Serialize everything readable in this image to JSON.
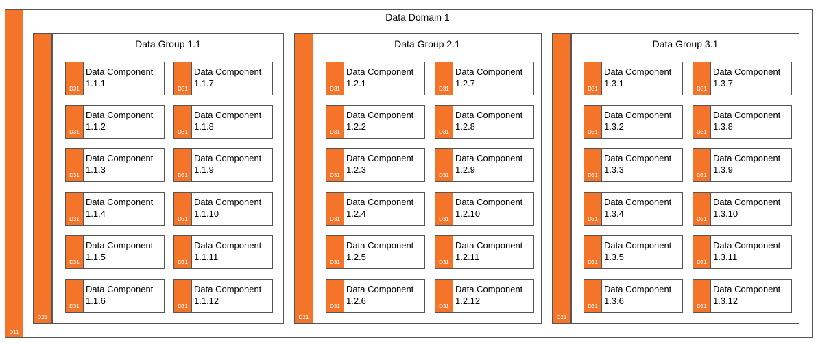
{
  "domain": {
    "title": "Data Domain 1",
    "code": "D11"
  },
  "groups": [
    {
      "title": "Data Group 1.1",
      "code": "D21",
      "components": [
        {
          "label": "Data Component\n1.1.1",
          "code": "D31"
        },
        {
          "label": "Data Component\n1.1.7",
          "code": "D31"
        },
        {
          "label": "Data Component\n1.1.2",
          "code": "D31"
        },
        {
          "label": "Data Component\n1.1.8",
          "code": "D31"
        },
        {
          "label": "Data Component\n1.1.3",
          "code": "D31"
        },
        {
          "label": "Data Component\n1.1.9",
          "code": "D31"
        },
        {
          "label": "Data Component\n1.1.4",
          "code": "D31"
        },
        {
          "label": "Data Component\n1.1.10",
          "code": "D31"
        },
        {
          "label": "Data Component\n1.1.5",
          "code": "D31"
        },
        {
          "label": "Data Component\n1.1.11",
          "code": "D31"
        },
        {
          "label": "Data Component\n1.1.6",
          "code": "D31"
        },
        {
          "label": "Data Component\n1.1.12",
          "code": "D31"
        }
      ]
    },
    {
      "title": "Data Group 2.1",
      "code": "D21",
      "components": [
        {
          "label": "Data Component\n1.2.1",
          "code": "D31"
        },
        {
          "label": "Data Component\n1.2.7",
          "code": "D31"
        },
        {
          "label": "Data Component\n1.2.2",
          "code": "D31"
        },
        {
          "label": "Data Component\n1.2.8",
          "code": "D31"
        },
        {
          "label": "Data Component\n1.2.3",
          "code": "D31"
        },
        {
          "label": "Data Component\n1.2.9",
          "code": "D31"
        },
        {
          "label": "Data Component\n1.2.4",
          "code": "D31"
        },
        {
          "label": "Data Component\n1.2.10",
          "code": "D31"
        },
        {
          "label": "Data Component\n1.2.5",
          "code": "D31"
        },
        {
          "label": "Data Component\n1.2.11",
          "code": "D31"
        },
        {
          "label": "Data Component\n1.2.6",
          "code": "D31"
        },
        {
          "label": "Data Component\n1.2.12",
          "code": "D31"
        }
      ]
    },
    {
      "title": "Data Group 3.1",
      "code": "D21",
      "components": [
        {
          "label": "Data Component\n1.3.1",
          "code": "D31"
        },
        {
          "label": "Data Component\n1.3.7",
          "code": "D31"
        },
        {
          "label": "Data Component\n1.3.2",
          "code": "D31"
        },
        {
          "label": "Data Component\n1.3.8",
          "code": "D31"
        },
        {
          "label": "Data Component\n1.3.3",
          "code": "D31"
        },
        {
          "label": "Data Component\n1.3.9",
          "code": "D31"
        },
        {
          "label": "Data Component\n1.3.4",
          "code": "D31"
        },
        {
          "label": "Data Component\n1.3.10",
          "code": "D31"
        },
        {
          "label": "Data Component\n1.3.5",
          "code": "D31"
        },
        {
          "label": "Data Component\n1.3.11",
          "code": "D31"
        },
        {
          "label": "Data Component\n1.3.6",
          "code": "D31"
        },
        {
          "label": "Data Component\n1.3.12",
          "code": "D31"
        }
      ]
    }
  ]
}
